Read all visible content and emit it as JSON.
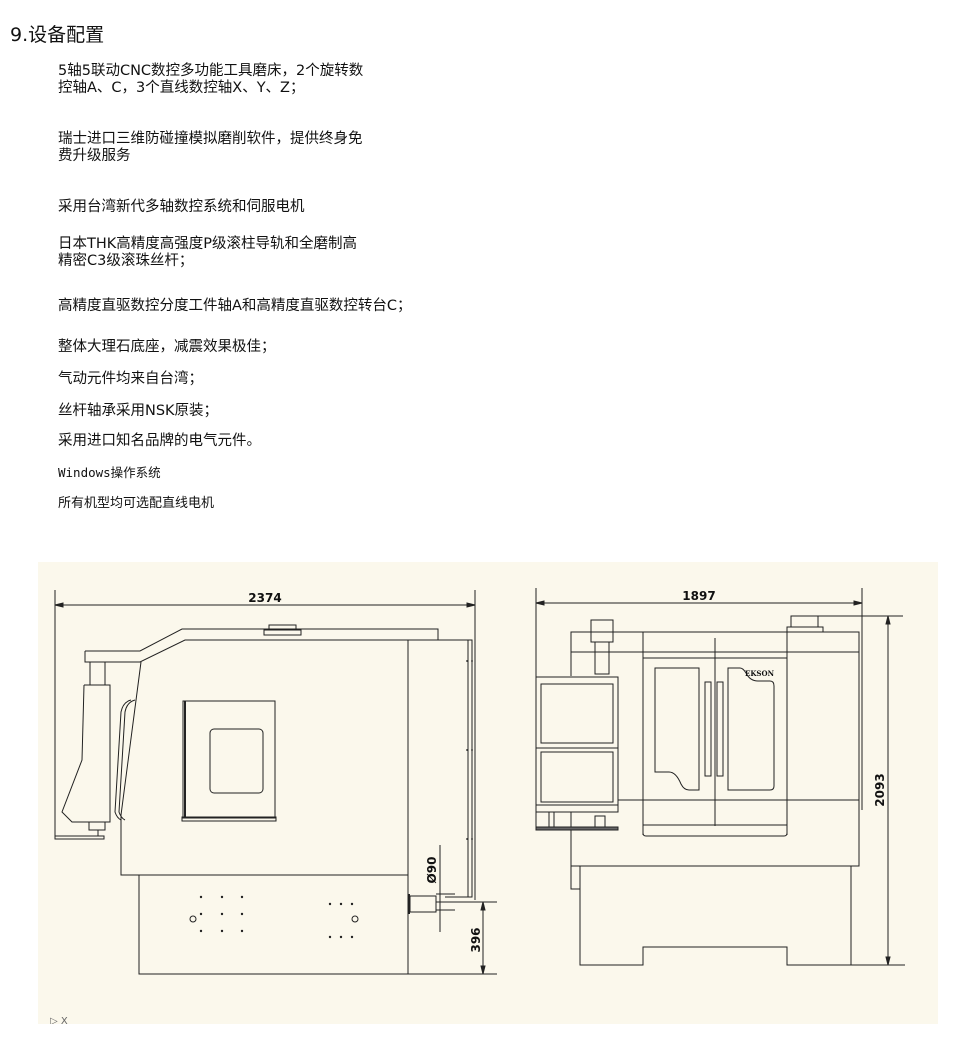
{
  "section_title": "9.设备配置",
  "items": [
    {
      "lines": [
        "5轴5联动CNC数控多功能工具磨床，2个旋转数",
        "控轴A、C，3个直线数控轴X、Y、Z；"
      ]
    },
    {
      "lines": [
        "瑞士进口三维防碰撞模拟磨削软件，提供终身免",
        "费升级服务"
      ]
    },
    {
      "lines": [
        "采用台湾新代多轴数控系统和伺服电机"
      ]
    },
    {
      "lines": [
        "日本THK高精度高强度P级滚柱导轨和全磨制高",
        "精密C3级滚珠丝杆；"
      ]
    },
    {
      "lines": [
        "高精度直驱数控分度工件轴A和高精度直驱数控转台C；"
      ]
    },
    {
      "lines": [
        "整体大理石底座，减震效果极佳；"
      ]
    },
    {
      "lines": [
        "气动元件均来自台湾；"
      ]
    },
    {
      "lines": [
        "丝杆轴承采用NSK原装；"
      ]
    },
    {
      "lines": [
        "采用进口知名品牌的电气元件。"
      ]
    },
    {
      "lines": [
        "Windows操作系统"
      ]
    },
    {
      "lines": [
        "所有机型均可选配直线电机"
      ]
    }
  ],
  "drawing": {
    "side_view": {
      "width_dim": "2374",
      "diameter_dim": "Ø90",
      "height_dim": "396"
    },
    "front_view": {
      "width_dim": "1897",
      "height_dim": "2093",
      "brand": "EKSON"
    },
    "background": "#fbf8ec",
    "line_color": "#222222"
  }
}
